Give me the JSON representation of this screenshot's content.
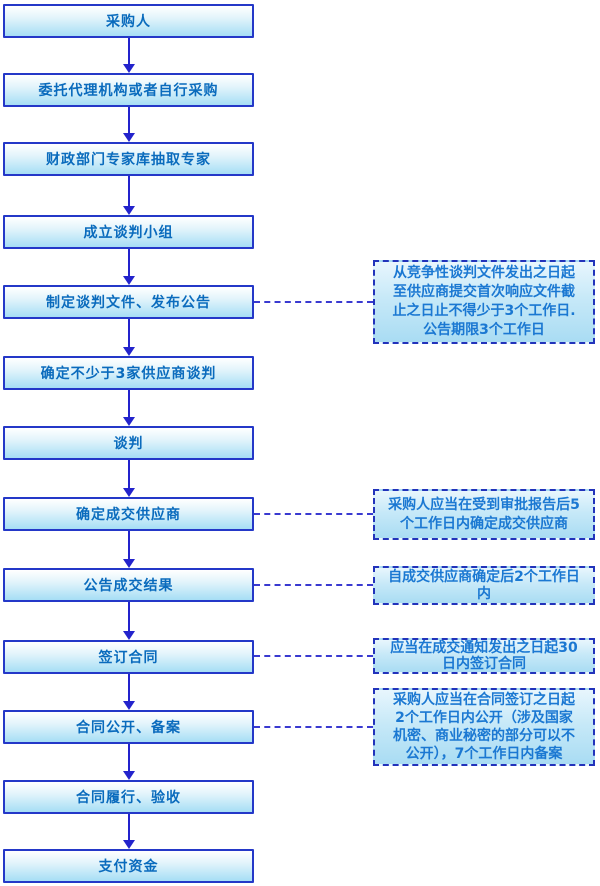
{
  "colors": {
    "node_border": "#2438c8",
    "node_fill_top": "#ffffff",
    "node_fill_bottom": "#a6def5",
    "node_text": "#0a6bbd",
    "arrow": "#2323cc",
    "connector_dash": "#3a3ad0",
    "note_border": "#2233bb",
    "note_fill_top": "#e8f6fd",
    "note_fill_bottom": "#a9dcf3",
    "note_text": "#1b78d2",
    "background": "#ffffff"
  },
  "flow": {
    "nodes": [
      {
        "label": "采购人"
      },
      {
        "label": "委托代理机构或者自行采购"
      },
      {
        "label": "财政部门专家库抽取专家"
      },
      {
        "label": "成立谈判小组"
      },
      {
        "label": "制定谈判文件、发布公告"
      },
      {
        "label": "确定不少于3家供应商谈判"
      },
      {
        "label": "谈判"
      },
      {
        "label": "确定成交供应商"
      },
      {
        "label": "公告成交结果"
      },
      {
        "label": "签订合同"
      },
      {
        "label": "合同公开、备案"
      },
      {
        "label": "合同履行、验收"
      },
      {
        "label": "支付资金"
      }
    ],
    "links": [
      {
        "from_node": 4,
        "to_note": 0
      },
      {
        "from_node": 7,
        "to_note": 1
      },
      {
        "from_node": 8,
        "to_note": 2
      },
      {
        "from_node": 9,
        "to_note": 3
      },
      {
        "from_node": 10,
        "to_note": 4
      }
    ]
  },
  "notes": [
    {
      "lines": [
        "从竞争性谈判文件发出之日起",
        "至供应商提交首次响应文件截",
        "止之日止不得少于3个工作日.",
        "公告期限3个工作日"
      ]
    },
    {
      "lines": [
        "采购人应当在受到审批报告后5",
        "个工作日内确定成交供应商"
      ]
    },
    {
      "lines": [
        "自成交供应商确定后2个工作日",
        "内"
      ]
    },
    {
      "lines": [
        "应当在成交通知发出之日起30",
        "日内签订合同"
      ]
    },
    {
      "lines": [
        "采购人应当在合同签订之日起",
        "2个工作日内公开（涉及国家",
        "机密、商业秘密的部分可以不",
        "公开），7个工作日内备案"
      ]
    }
  ]
}
